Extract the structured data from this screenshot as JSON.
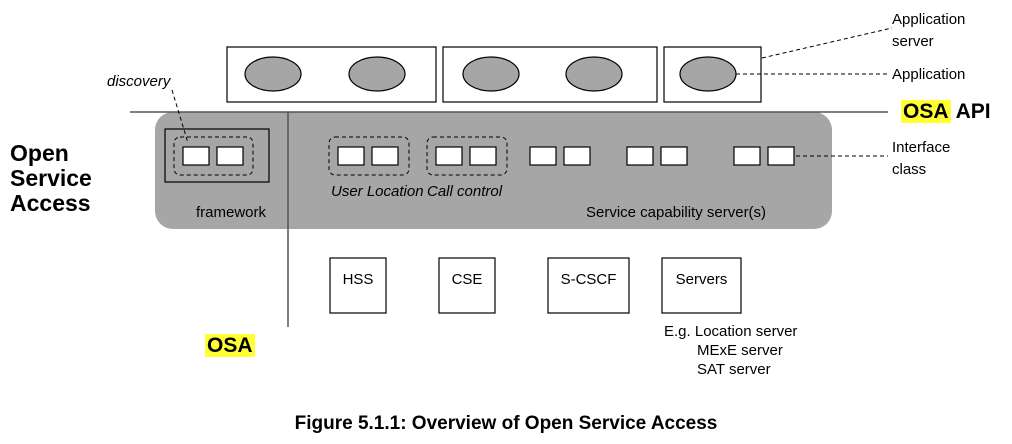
{
  "labels": {
    "application_server_line1": "Application",
    "application_server_line2": "server",
    "application": "Application",
    "osa_api_prefix": "OSA",
    "osa_api_suffix": " API",
    "interface_class_line1": "Interface",
    "interface_class_line2": "class",
    "side_title_line1": "Open",
    "side_title_line2": "Service",
    "side_title_line3": "Access",
    "discovery": "discovery",
    "framework": "framework",
    "user_location": "User Location",
    "call_control": "Call control",
    "service_capability_servers": "Service capability server(s)",
    "osa": "OSA"
  },
  "network_boxes": [
    "HSS",
    "CSE",
    "S-CSCF",
    "Servers"
  ],
  "server_examples": [
    "E.g. Location server",
    "MExE server",
    "SAT server"
  ],
  "caption": "Figure 5.1.1: Overview of Open Service Access",
  "colors": {
    "panel_fill": "#a6a6a6",
    "highlight": "#ffff33",
    "stroke": "#000000"
  }
}
